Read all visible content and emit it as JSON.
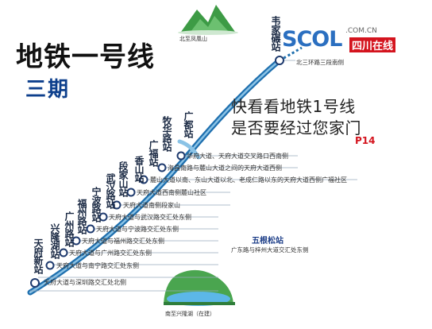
{
  "title": "地铁一号线",
  "phase": "三期",
  "promo": {
    "line1": "快看看地铁1号线",
    "line2": "是否要经过您家门",
    "page_ref": "P14"
  },
  "logo": {
    "main": "SCOL",
    "domain": ".COM.CN",
    "name": "四川在线"
  },
  "landmarks": {
    "north": "北至凤凰山",
    "south": "南至兴隆湖（在建）"
  },
  "stations": [
    {
      "name": "韦家碾站",
      "desc": "北三环路三段南侧"
    },
    {
      "name": "广都站",
      "desc": "华府大道、天府大道交叉路口西南侧"
    },
    {
      "name": "牧华路站",
      "desc": "海昌南路与麓山大道之间的天府大道西侧"
    },
    {
      "name": "广福站",
      "desc": "麓山大道以南、东山大道以北、老成仁路以东的天府大道西侧广福社区"
    },
    {
      "name": "香山站",
      "desc": "天府大道西南侧麓山社区"
    },
    {
      "name": "段家山站",
      "desc": "天府大道南侧段家山"
    },
    {
      "name": "武汉路站",
      "desc": "天府大道与武汉路交汇处东侧"
    },
    {
      "name": "宁波路站",
      "desc": "天府大道与宁波路交汇处东侧"
    },
    {
      "name": "福州路站",
      "desc": "天府大道与福州路交汇处东侧"
    },
    {
      "name": "广州路站",
      "desc": "天府大道与广州路交汇处东侧"
    },
    {
      "name": "兴隆湖站",
      "desc": "天府大道与南宁路交汇处东侧"
    },
    {
      "name": "天府新站",
      "desc": "天府大道与深圳路交汇处北侧"
    }
  ],
  "branch_station": {
    "name": "五根松站",
    "desc": "广东路与梓州大道交汇处东侧"
  },
  "colors": {
    "line_blue": "#1e6fae",
    "line_light": "#8bc3e6",
    "headline": "#0d3f8c",
    "accent_red": "#d4141e"
  }
}
